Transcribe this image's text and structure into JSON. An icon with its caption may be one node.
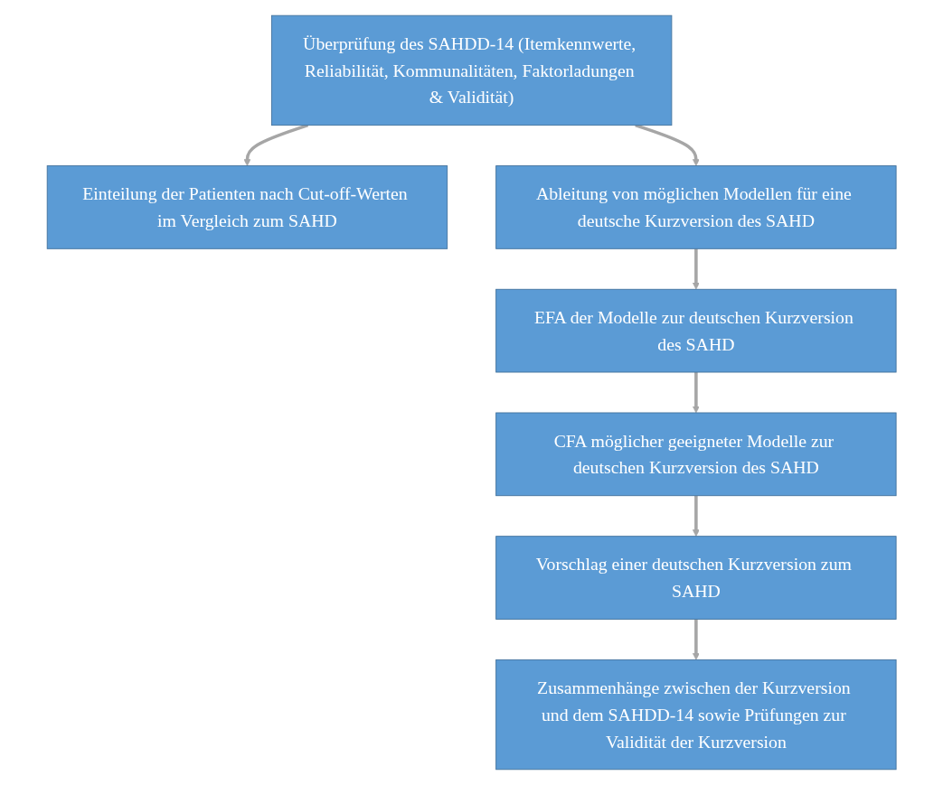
{
  "diagram": {
    "nodes": [
      {
        "text": [
          "Überprüfung des SAHDD-14 (Itemkennwerte, Reliabilität, Kommunalitäten, Faktorladungen & Validität)"
        ]
      },
      {
        "text": [
          "Einteilung der Patienten nach Cut-off-Werten im Vergleich zum SAHD"
        ]
      },
      {
        "text": [
          "Ableitung von möglichen Modellen für eine deutsche Kurzversion des SAHD"
        ]
      },
      {
        "text": [
          "EFA der Modelle zur deutschen Kurzversion des SAHD"
        ]
      },
      {
        "text": [
          "CFA möglicher geeigneter Modelle zur deutschen Kurzversion des SAHD"
        ]
      },
      {
        "text": [
          "Vorschlag einer deutschen Kurzversion zum SAHD"
        ]
      },
      {
        "text": [
          "Zusammenhänge zwischen der Kurzversion und dem SAHDD-14 sowie Prüfungen zur Validität der Kurzversion"
        ]
      }
    ],
    "edges": [
      {
        "from": 0,
        "to": 1,
        "arrow": "to"
      },
      {
        "from": 0,
        "to": 2,
        "arrow": "to"
      },
      {
        "from": 2,
        "to": 3,
        "arrow": "to"
      },
      {
        "from": 3,
        "to": 4,
        "arrow": "to"
      },
      {
        "from": 4,
        "to": 5,
        "arrow": "to"
      },
      {
        "from": 5,
        "to": 6,
        "arrow": "to"
      }
    ]
  }
}
